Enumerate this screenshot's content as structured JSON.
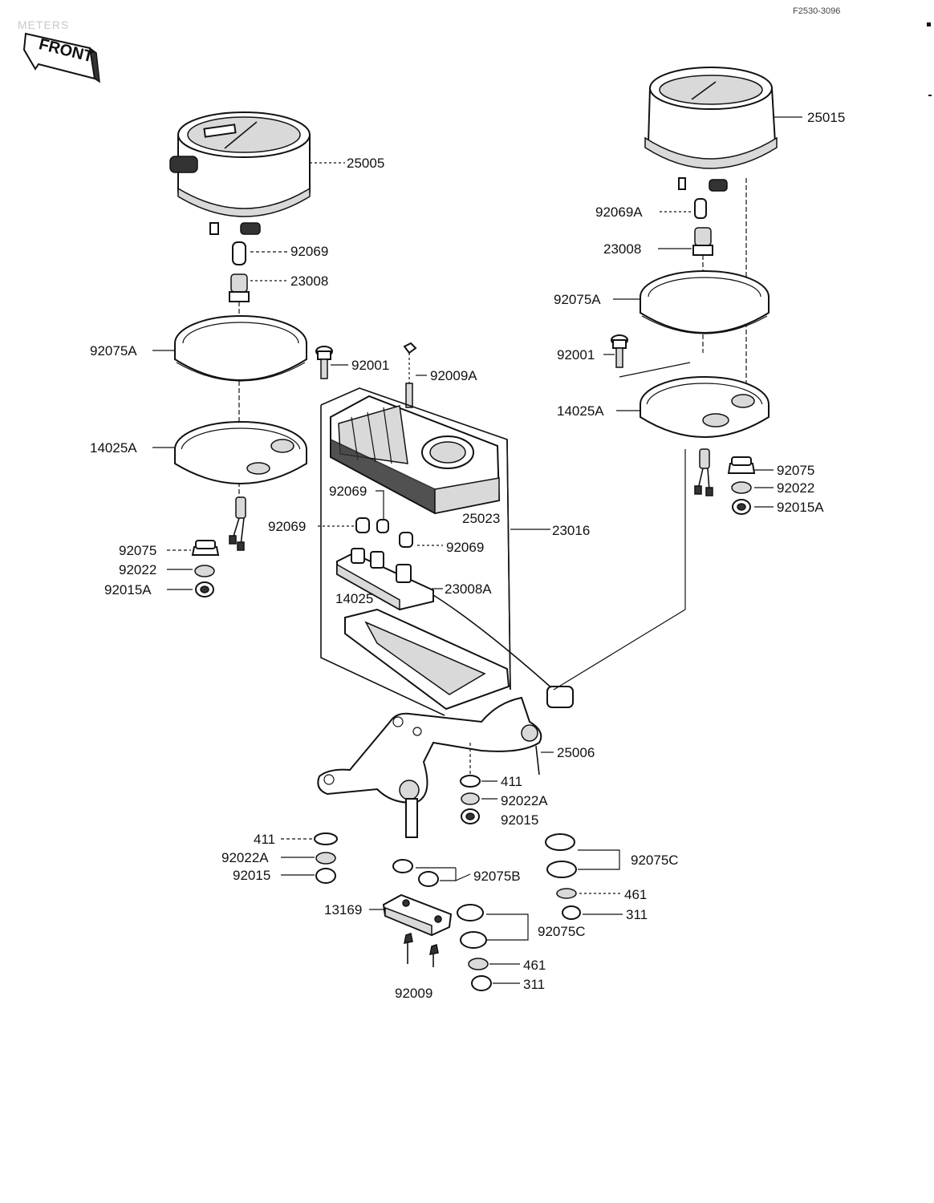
{
  "header": {
    "section_title": "METERS",
    "ref_code": "F2530-3096"
  },
  "front_badge": {
    "text": "FRONT"
  },
  "part_labels": {
    "l25005": "25005",
    "l25015": "25015",
    "l92069_a": "92069",
    "l23008_a": "23008",
    "l92075A_a": "92075A",
    "l92001_a": "92001",
    "l92009A": "92009A",
    "l14025A_a": "14025A",
    "l92069A": "92069A",
    "l23008_b": "23008",
    "l92075A_b": "92075A",
    "l92001_b": "92001",
    "l14025A_b": "14025A",
    "l92075_b": "92075",
    "l92022_b": "92022",
    "l92015A_b": "92015A",
    "l92069_b": "92069",
    "l92069_c": "92069",
    "l25023": "25023",
    "l23016": "23016",
    "l92069_d": "92069",
    "l92075_a": "92075",
    "l92022_a": "92022",
    "l92015A_a": "92015A",
    "l14025": "14025",
    "l23008A": "23008A",
    "l25006": "25006",
    "l411_a": "411",
    "l92022A_a": "92022A",
    "l92015_a": "92015",
    "l411_b": "411",
    "l92022A_b": "92022A",
    "l92015_b": "92015",
    "l92075B": "92075B",
    "l92075C_a": "92075C",
    "l461_a": "461",
    "l311_a": "311",
    "l13169": "13169",
    "l92075C_b": "92075C",
    "l461_b": "461",
    "l311_b": "311",
    "l92009": "92009"
  }
}
